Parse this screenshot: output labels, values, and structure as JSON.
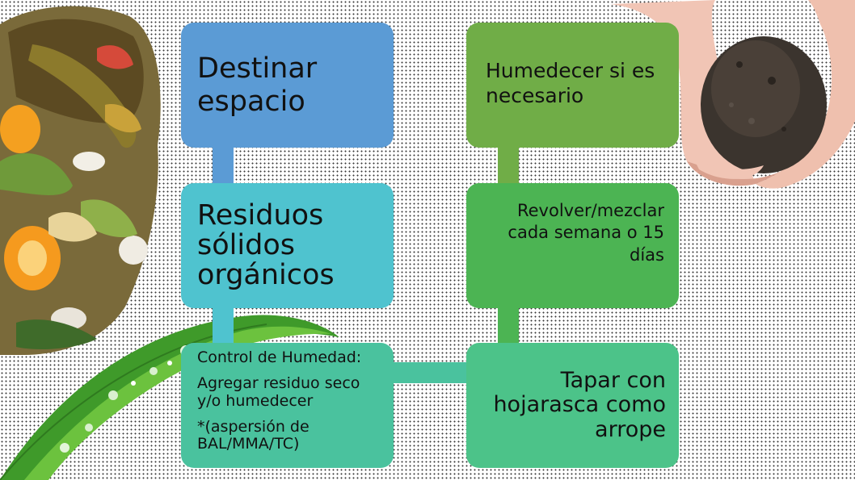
{
  "diagram": {
    "boxes": {
      "destinar": {
        "text": "Destinar espacio",
        "color": "#5b9bd5"
      },
      "residuos": {
        "text": "Residuos sólidos orgánicos",
        "color": "#4fc3cf"
      },
      "control": {
        "lines": [
          "Control de Humedad:",
          "Agregar residuo seco y/o humedecer",
          "*(aspersión de BAL/MMA/TC)"
        ],
        "color": "#4ac29e"
      },
      "tapar": {
        "text": "Tapar con hojarasca como arrope",
        "color": "#4cc389"
      },
      "revolver": {
        "text": "Revolver/mezclar cada semana o 15 días",
        "color": "#4cb453"
      },
      "humedecer": {
        "text": "Humedecer si es necesario",
        "color": "#70ad47"
      }
    },
    "flow_order": [
      "destinar",
      "residuos",
      "control",
      "tapar",
      "revolver",
      "humedecer"
    ]
  },
  "images": {
    "left": "compost-scraps-image",
    "bottom_left": "leaf-with-water-drops-image",
    "top_right": "hands-holding-soil-image"
  }
}
